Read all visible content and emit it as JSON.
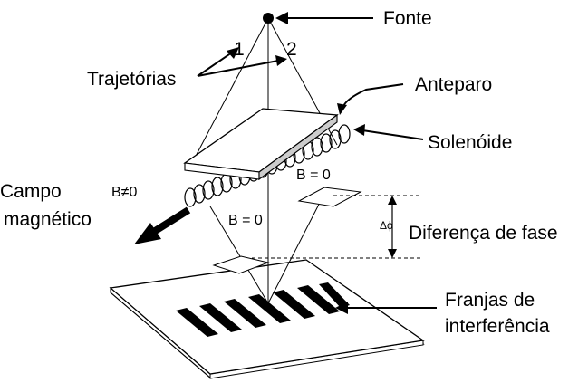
{
  "labels": {
    "source": "Fonte",
    "paths": "Trajetórias",
    "path1": "1",
    "path2": "2",
    "screen": "Anteparo",
    "solenoid": "Solenóide",
    "field_line1": "Campo",
    "field_line2": "magnético",
    "b_nonzero": "B≠0",
    "b_zero_right": "B = 0",
    "b_zero_left": "B = 0",
    "delta_phi": "Δϕ",
    "phase_difference": "Diferença de fase",
    "fringes_line1": "Franjas de",
    "fringes_line2": "interferência"
  },
  "colors": {
    "ink": "#000000",
    "paper": "#ffffff",
    "screen_edge": "#cccccc"
  }
}
